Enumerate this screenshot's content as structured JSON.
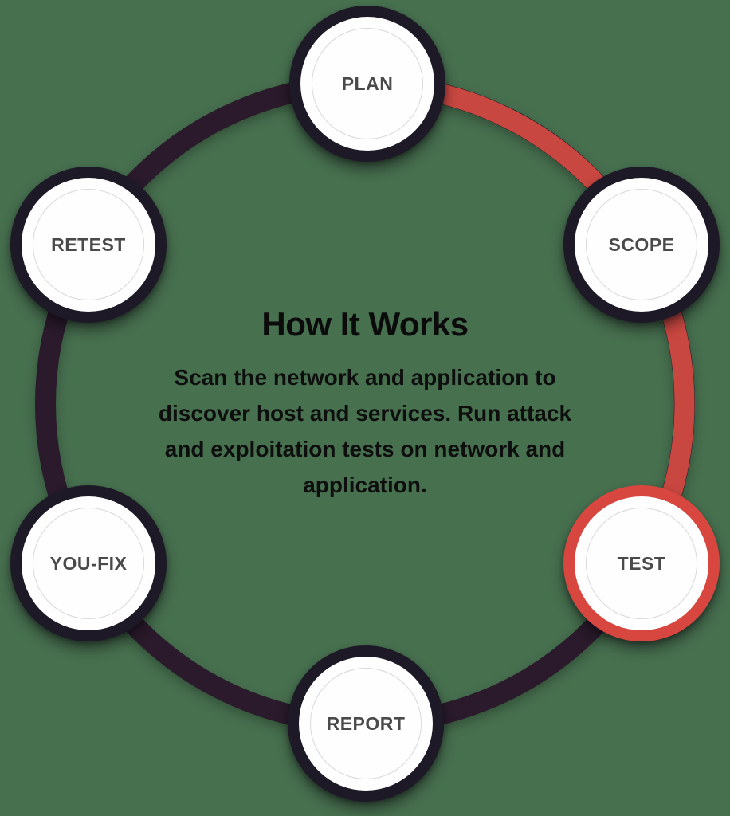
{
  "background_color": "#47704F",
  "diagram": {
    "title": "How It Works",
    "description": "Scan the network and application to discover host and services. Run attack and exploitation tests on network and application.",
    "active_step": "TEST",
    "steps": [
      {
        "label": "PLAN",
        "active": false
      },
      {
        "label": "SCOPE",
        "active": false
      },
      {
        "label": "TEST",
        "active": true
      },
      {
        "label": "REPORT",
        "active": false
      },
      {
        "label": "YOU-FIX",
        "active": false
      },
      {
        "label": "RETEST",
        "active": false
      }
    ],
    "colors": {
      "ring_dark": "#2A1A2B",
      "ring_active": "#C94741",
      "node_ring_dark": "#1E1926",
      "node_ring_active": "#D8473F",
      "node_fill": "#FEFEFE",
      "label_color": "#4A4A4A"
    }
  }
}
